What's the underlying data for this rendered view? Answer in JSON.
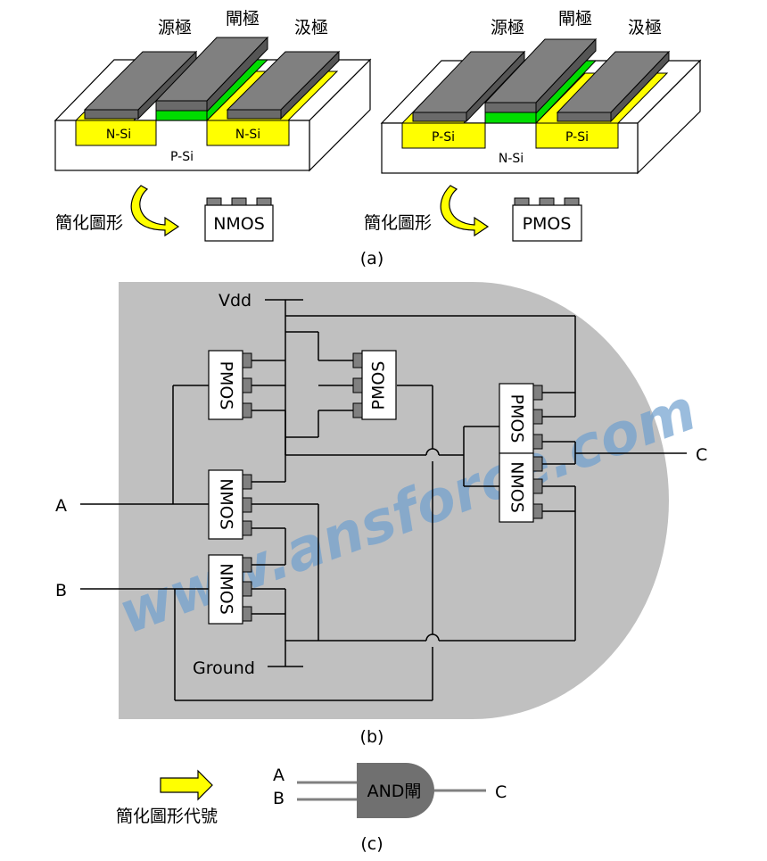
{
  "section_a": {
    "nmos": {
      "source": "源極",
      "gate": "閘極",
      "drain": "汲極",
      "well_left": "N-Si",
      "well_right": "N-Si",
      "substrate": "P-Si",
      "simplify_label": "簡化圖形",
      "symbol_label": "NMOS"
    },
    "pmos": {
      "source": "源極",
      "gate": "閘極",
      "drain": "汲極",
      "well_left": "P-Si",
      "well_right": "P-Si",
      "substrate": "N-Si",
      "simplify_label": "簡化圖形",
      "symbol_label": "PMOS"
    },
    "caption": "(a)"
  },
  "section_b": {
    "vdd": "Vdd",
    "ground": "Ground",
    "input_a": "A",
    "input_b": "B",
    "output_c": "C",
    "pmos_label": "PMOS",
    "nmos_label": "NMOS",
    "watermark": "www.ansforce.com",
    "caption": "(b)"
  },
  "section_c": {
    "simplify_label": "簡化圖形代號",
    "gate_label": "AND閘",
    "input_a": "A",
    "input_b": "B",
    "output_c": "C",
    "caption": "(c)"
  },
  "colors": {
    "yellow": "#FFFF00",
    "green": "#00DD00",
    "metal": "#808080",
    "panel": "#C0C0C0",
    "gate_fill": "#707070",
    "watermark": "#6F9FCF"
  }
}
